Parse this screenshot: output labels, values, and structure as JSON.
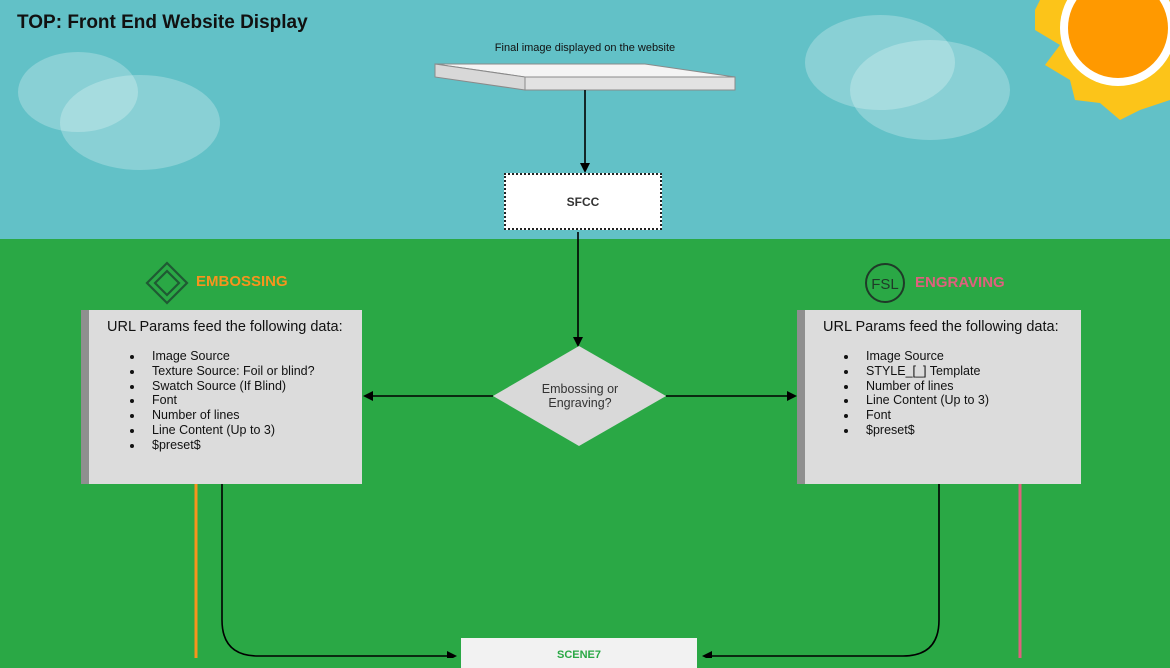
{
  "header": {
    "title": "TOP: Front End Website Display"
  },
  "final_image": {
    "caption": "Final image displayed on the website"
  },
  "sfcc": {
    "label": "SFCC"
  },
  "embossing": {
    "label": "EMBOSSING",
    "color": "#f7941d",
    "icon": "diamond-icon",
    "params_heading": "URL Params feed the following data:",
    "items": [
      "Image Source",
      "Texture Source: Foil or blind?",
      "Swatch Source (If Blind)",
      "Font",
      "Number of lines",
      "Line Content (Up to 3)",
      "$preset$"
    ]
  },
  "engraving": {
    "label": "ENGRAVING",
    "color": "#e0607e",
    "icon": "fsl-logo-icon",
    "logo_text": "FSL",
    "params_heading": "URL Params feed the following data:",
    "items": [
      "Image Source",
      "STYLE_[_] Template",
      "Number of lines",
      "Line Content (Up to 3)",
      "Font",
      "$preset$"
    ]
  },
  "decision": {
    "line1": "Embossing or",
    "line2": "Engraving?"
  },
  "scene7": {
    "label": "SCENE7"
  },
  "colors": {
    "sky": "#62c1c7",
    "ground": "#2aa845",
    "sun": "#ff9900",
    "sun_rays": "#fcc419"
  }
}
